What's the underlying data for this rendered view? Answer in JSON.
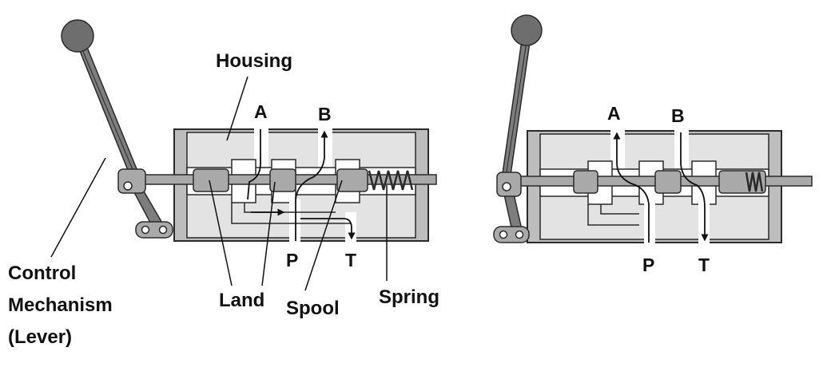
{
  "labels": {
    "housing": "Housing",
    "control_line1": "Control",
    "control_line2": "Mechanism",
    "control_line3": "(Lever)",
    "land": "Land",
    "spool": "Spool",
    "spring": "Spring"
  },
  "ports": {
    "left": {
      "a": "A",
      "b": "B",
      "p": "P",
      "t": "T"
    },
    "right": {
      "a": "A",
      "b": "B",
      "p": "P",
      "t": "T"
    }
  },
  "colors": {
    "housing_fill": "#e3e3e3",
    "housing_shade": "#bdbdbd",
    "outline": "#2a2a2a",
    "spool_fill": "#a9a9a9",
    "lever_fill": "#7d7d7d",
    "knob_fill": "#6e6e6e",
    "flow_line": "#111111"
  }
}
